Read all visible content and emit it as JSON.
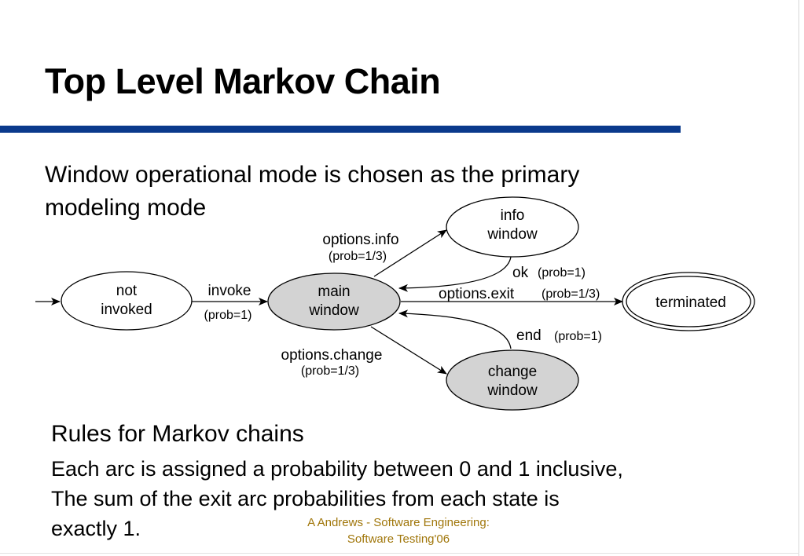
{
  "slide": {
    "title": "Top Level Markov Chain",
    "intro": "Window operational mode is chosen as the primary modeling mode",
    "title_rule_color": "#0a3a8c"
  },
  "diagram": {
    "states": {
      "not_invoked": {
        "line1": "not",
        "line2": "invoked",
        "fill": "#ffffff"
      },
      "main_window": {
        "line1": "main",
        "line2": "window",
        "fill": "#d3d3d3"
      },
      "info_window": {
        "line1": "info",
        "line2": "window",
        "fill": "#ffffff"
      },
      "change_window": {
        "line1": "change",
        "line2": "window",
        "fill": "#d3d3d3"
      },
      "terminated": {
        "label": "terminated",
        "fill": "#ffffff",
        "style": "double-border"
      }
    },
    "arcs": {
      "invoke": {
        "label": "invoke",
        "prob": "(prob=1)"
      },
      "options_info": {
        "label": "options.info",
        "prob": "(prob=1/3)"
      },
      "ok": {
        "label": "ok",
        "prob": "(prob=1)"
      },
      "options_exit": {
        "label": "options.exit",
        "prob": "(prob=1/3)"
      },
      "end": {
        "label": "end",
        "prob": "(prob=1)"
      },
      "options_change": {
        "label": "options.change",
        "prob": "(prob=1/3)"
      }
    }
  },
  "rules": {
    "heading": "Rules for Markov chains",
    "line1": "Each arc is assigned a probability between 0 and 1 inclusive,",
    "line2": "The sum of the exit arc probabilities from each state is",
    "line3": "exactly 1."
  },
  "footer": {
    "line1": "A Andrews - Software Engineering:",
    "line2": "Software Testing'06",
    "color": "#a0760a"
  }
}
